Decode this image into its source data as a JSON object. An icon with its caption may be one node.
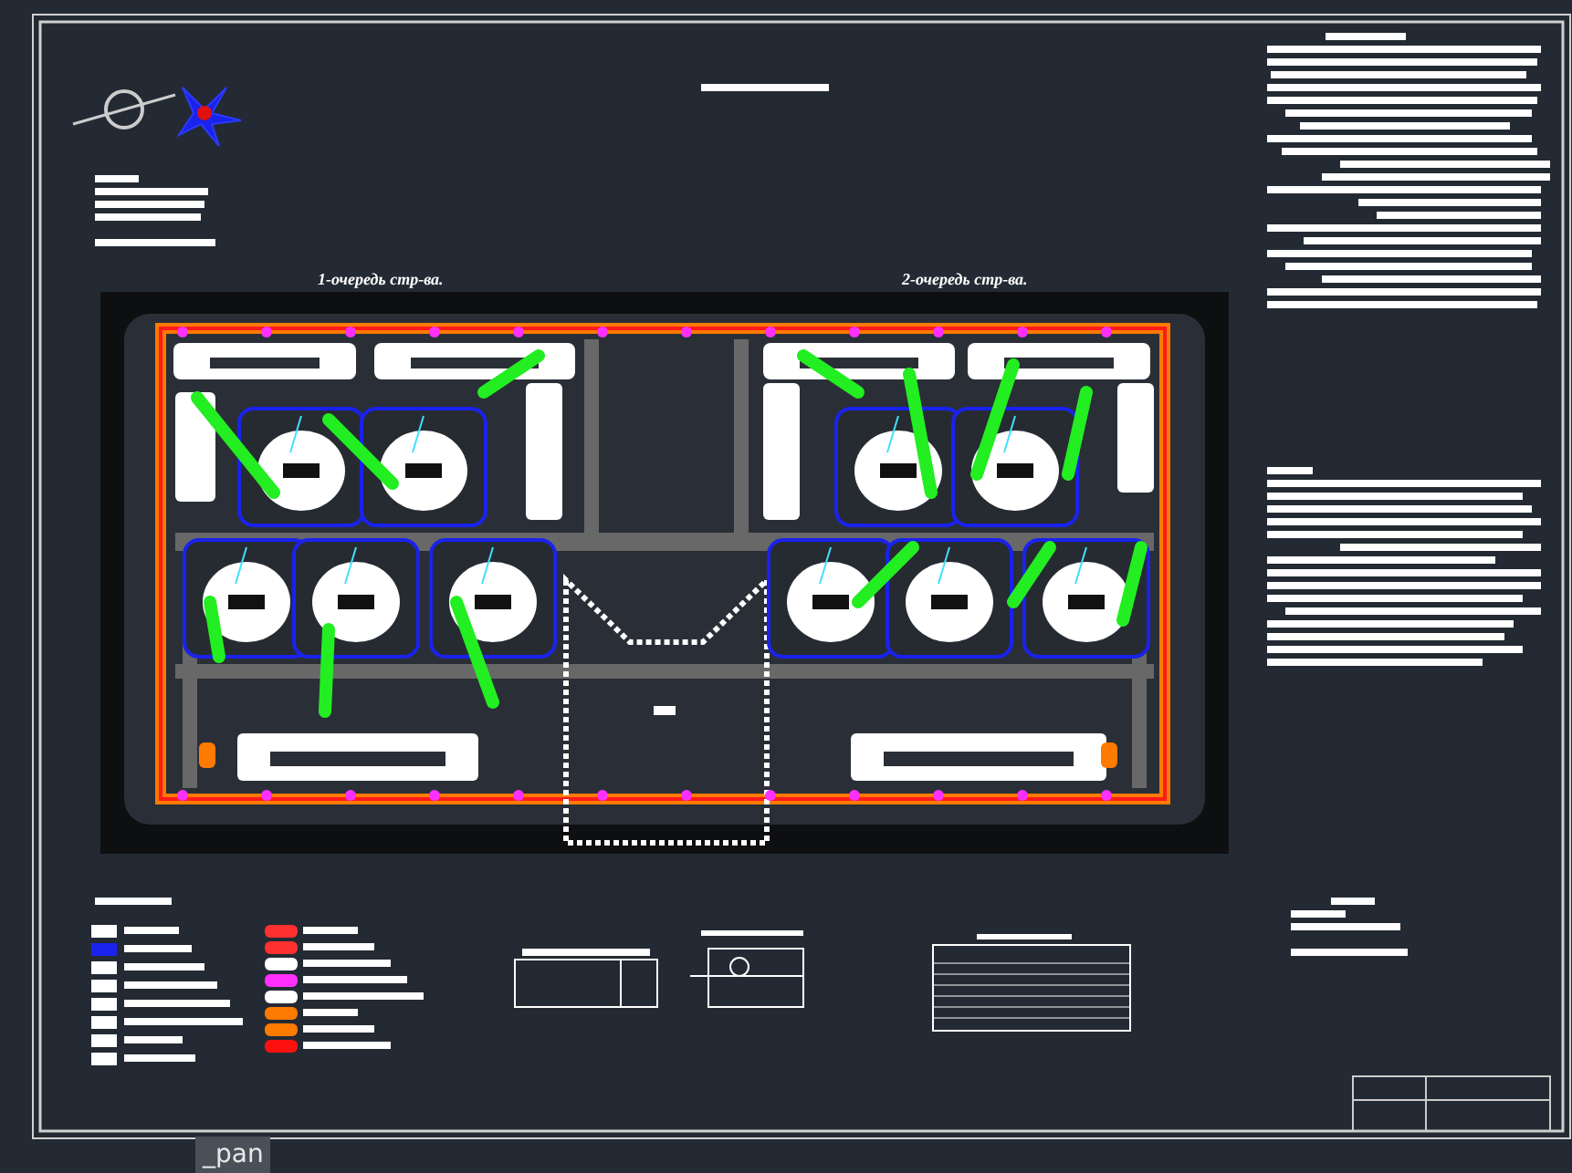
{
  "diagram": {
    "labels": [
      "1-очередь стр-ва.",
      "2-очередь стр-ва.",
      "_pan"
    ]
  }
}
